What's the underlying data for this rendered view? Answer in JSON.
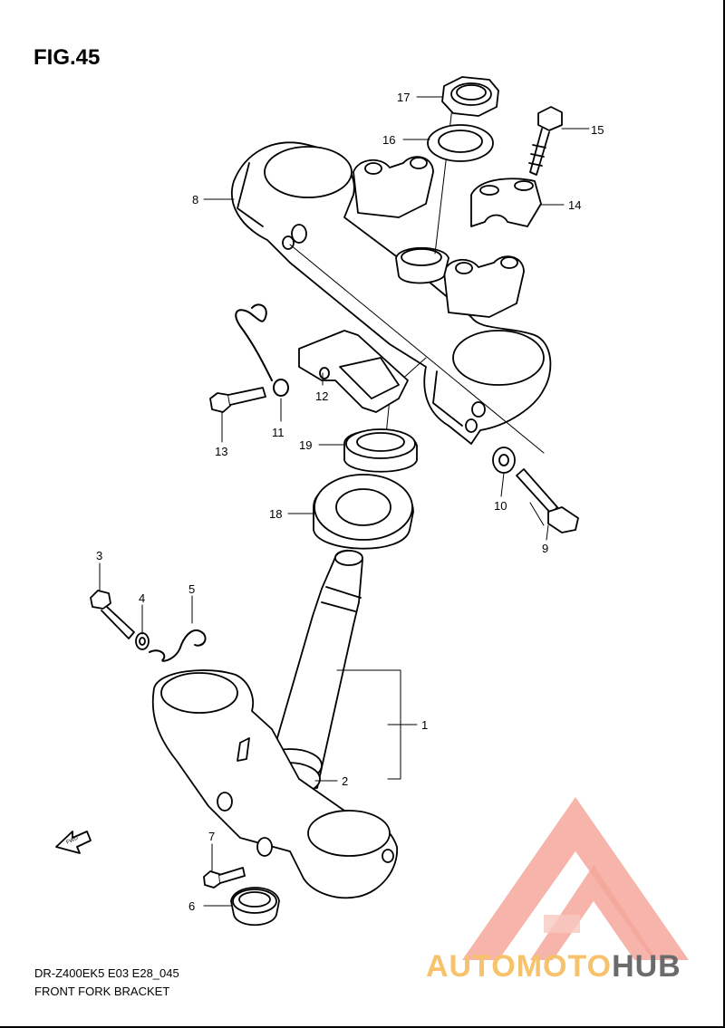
{
  "figure": {
    "title": "FIG.45",
    "code": "DR-Z400EK5 E03 E28_045",
    "name": "FRONT FORK BRACKET"
  },
  "fwd_label": "FWD",
  "callouts": [
    "17",
    "16",
    "15",
    "8",
    "14",
    "12",
    "11",
    "13",
    "19",
    "10",
    "9",
    "18",
    "3",
    "4",
    "5",
    "1",
    "2",
    "7",
    "6"
  ],
  "watermark": {
    "part1": "AUTOMOTO",
    "part2": "HUB",
    "color_primary": "#f4a79b",
    "color_secondary": "#f6c26b",
    "color_dark": "#6b6b6b"
  }
}
